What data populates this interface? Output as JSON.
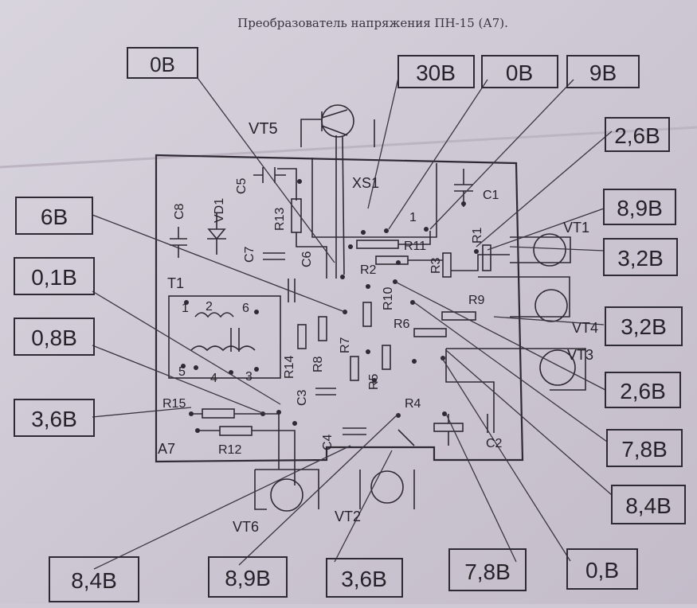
{
  "title": "Преобразователь напряжения ПН-15 (А7).",
  "board_label": "A7",
  "voltage_labels": [
    {
      "id": "v-top-left",
      "text": "0B"
    },
    {
      "id": "v-top-1",
      "text": "30B"
    },
    {
      "id": "v-top-2",
      "text": "0B"
    },
    {
      "id": "v-top-3",
      "text": "9B"
    },
    {
      "id": "v-right-1",
      "text": "2,6B"
    },
    {
      "id": "v-right-2",
      "text": "8,9B"
    },
    {
      "id": "v-right-3",
      "text": "3,2B"
    },
    {
      "id": "v-right-4",
      "text": "3,2B"
    },
    {
      "id": "v-right-5",
      "text": "2,6B"
    },
    {
      "id": "v-right-6",
      "text": "7,8B"
    },
    {
      "id": "v-right-7",
      "text": "8,4B"
    },
    {
      "id": "v-left-1",
      "text": "6B"
    },
    {
      "id": "v-left-2",
      "text": "0,1B"
    },
    {
      "id": "v-left-3",
      "text": "0,8B"
    },
    {
      "id": "v-left-4",
      "text": "3,6B"
    },
    {
      "id": "v-bottom-1",
      "text": "8,4B"
    },
    {
      "id": "v-bottom-2",
      "text": "8,9B"
    },
    {
      "id": "v-bottom-3",
      "text": "3,6B"
    },
    {
      "id": "v-bottom-4",
      "text": "7,8B"
    },
    {
      "id": "v-bottom-5",
      "text": "0,B"
    }
  ],
  "components": [
    {
      "id": "vt5",
      "text": "VT5"
    },
    {
      "id": "vt1",
      "text": "VT1"
    },
    {
      "id": "vt4",
      "text": "VT4"
    },
    {
      "id": "vt3",
      "text": "VT3"
    },
    {
      "id": "vt2",
      "text": "VT2"
    },
    {
      "id": "vt6",
      "text": "VT6"
    },
    {
      "id": "xs1",
      "text": "XS1"
    },
    {
      "id": "pin1",
      "text": "1"
    },
    {
      "id": "c1",
      "text": "C1"
    },
    {
      "id": "c2",
      "text": "C2"
    },
    {
      "id": "c3",
      "text": "C3"
    },
    {
      "id": "c4",
      "text": "C4"
    },
    {
      "id": "c5",
      "text": "C5"
    },
    {
      "id": "c6",
      "text": "C6"
    },
    {
      "id": "c7",
      "text": "C7"
    },
    {
      "id": "c8",
      "text": "C8"
    },
    {
      "id": "vd1",
      "text": "VD1"
    },
    {
      "id": "t1",
      "text": "T1"
    },
    {
      "id": "r1",
      "text": "R1"
    },
    {
      "id": "r2",
      "text": "R2"
    },
    {
      "id": "r3",
      "text": "R3"
    },
    {
      "id": "r4",
      "text": "R4"
    },
    {
      "id": "r5",
      "text": "R5"
    },
    {
      "id": "r6",
      "text": "R6"
    },
    {
      "id": "r7",
      "text": "R7"
    },
    {
      "id": "r8",
      "text": "R8"
    },
    {
      "id": "r9",
      "text": "R9"
    },
    {
      "id": "r10",
      "text": "R10"
    },
    {
      "id": "r11",
      "text": "R11"
    },
    {
      "id": "r12",
      "text": "R12"
    },
    {
      "id": "r13",
      "text": "R13"
    },
    {
      "id": "r14",
      "text": "R14"
    },
    {
      "id": "r15",
      "text": "R15"
    },
    {
      "id": "t1-pin1",
      "text": "1"
    },
    {
      "id": "t1-pin2",
      "text": "2"
    },
    {
      "id": "t1-pin3",
      "text": "3"
    },
    {
      "id": "t1-pin4",
      "text": "4"
    },
    {
      "id": "t1-pin5",
      "text": "5"
    },
    {
      "id": "t1-pin6",
      "text": "6"
    }
  ]
}
